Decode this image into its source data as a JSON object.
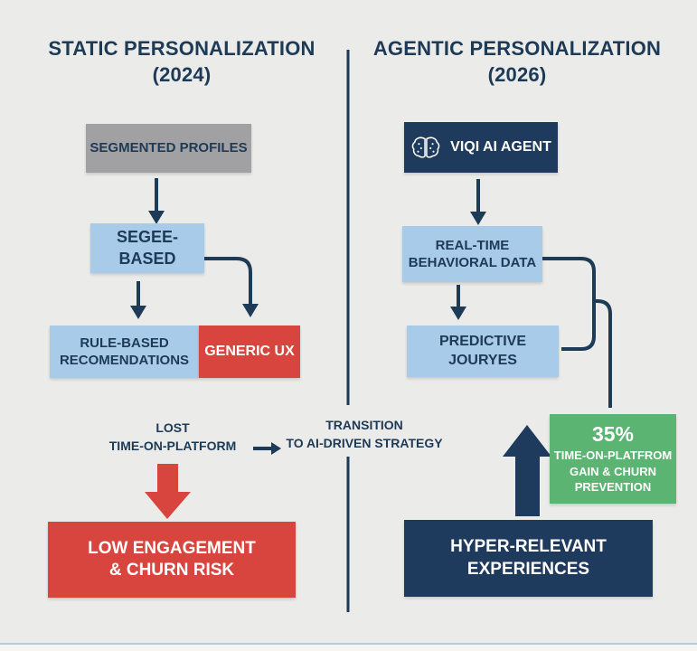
{
  "colors": {
    "background": "#ebebe9",
    "navy": "#1d3a57",
    "light_blue": "#a7cbe9",
    "red": "#d8453e",
    "green": "#5cb473",
    "gray": "#a1a1a4",
    "bottom_strip": "#b6cddc"
  },
  "left": {
    "title_line1": "STATIC PERSONALIZATION",
    "title_line2": "(2024)",
    "segmented_profiles_label": "SEGMENTED PROFILES",
    "segment_based_label": "SEGEE-BASED",
    "rule_based_line1": "RULE-BASED",
    "rule_based_line2": "RECOMENDATIONS",
    "generic_ux_label": "GENERIC UX",
    "lost_line1": "LOST",
    "lost_line2": "TIME-ON-PLATFORM",
    "low_engagement_line1": "LOW ENGAGEMENT",
    "low_engagement_line2": "& CHURN RISK"
  },
  "center": {
    "transition_line1": "TRANSITION",
    "transition_line2": "TO AI-DRIVEN STRATEGY"
  },
  "right": {
    "title_line1": "AGENTIC PERSONALIZATION",
    "title_line2": "(2026)",
    "viqi_agent_label": "VIQI AI AGENT",
    "realtime_line1": "REAL-TIME",
    "realtime_line2": "BEHAVIORAL DATA",
    "predictive_label": "PREDICTIVE JOURYES",
    "gain_percent": "35%",
    "gain_line1": "TIME-ON-PLATFROM",
    "gain_line2": "GAIN & CHURN",
    "gain_line3": "PREVENTION",
    "hyper_line1": "HYPER-RELEVANT",
    "hyper_line2": "EXPERIENCES"
  }
}
